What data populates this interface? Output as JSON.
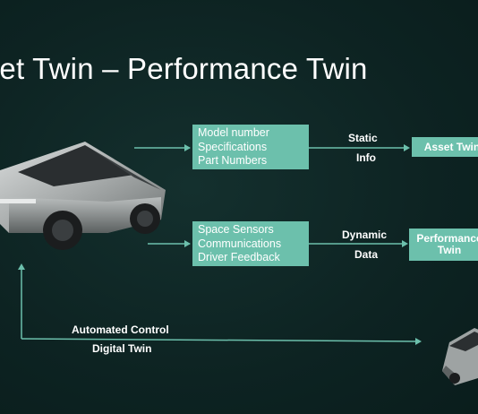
{
  "title": "sset Twin – Performance Twin",
  "static_box": {
    "lines": [
      "Model number",
      "Specifications",
      "Part Numbers"
    ]
  },
  "dynamic_box": {
    "lines": [
      "Space Sensors",
      "Communications",
      "Driver Feedback"
    ]
  },
  "static_label": [
    "Static",
    "Info"
  ],
  "dynamic_label": [
    "Dynamic",
    "Data"
  ],
  "asset_twin_box": [
    "Asset Twin"
  ],
  "performance_twin_box": [
    "Performance",
    "Twin"
  ],
  "control_label": [
    "Automated Control",
    "Digital Twin"
  ],
  "colors": {
    "background": "#0e2424",
    "box": "#6cc0ac",
    "line": "#6cc0ac",
    "text": "#ffffff"
  }
}
